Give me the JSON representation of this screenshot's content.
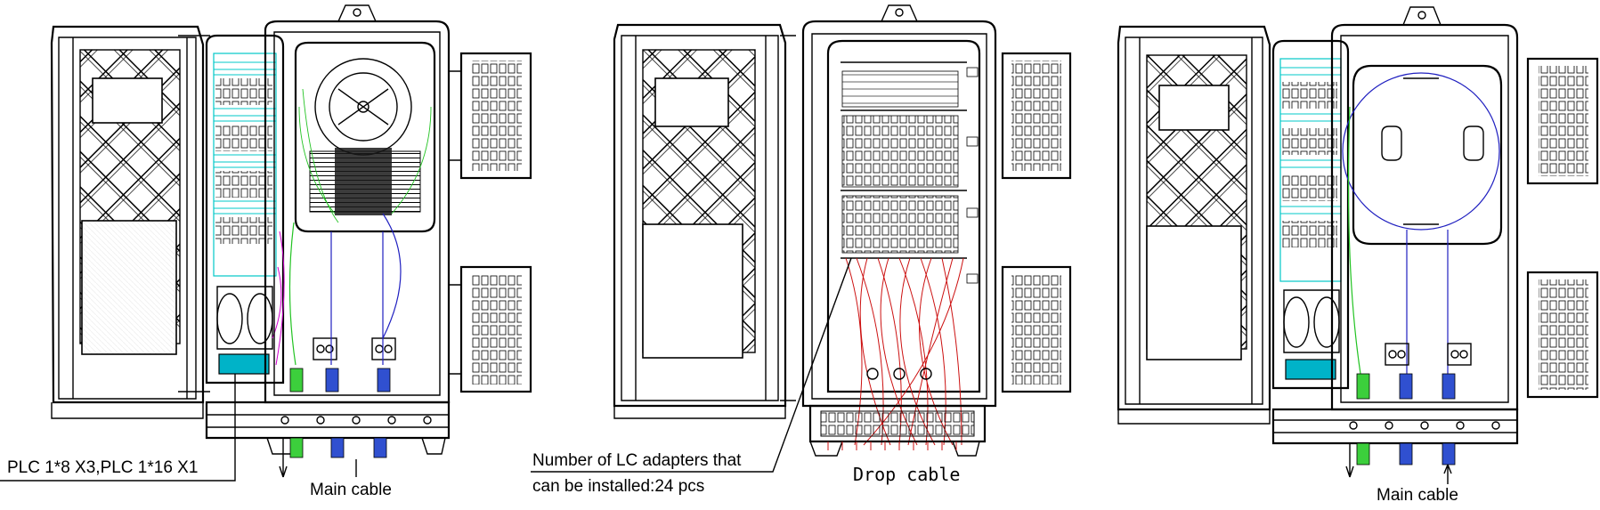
{
  "colors": {
    "outline": "#000000",
    "fiber_cyan": "#00c8c8",
    "fiber_green": "#22c322",
    "fiber_magenta": "#d000d0",
    "fiber_blue": "#2020c0",
    "drop_red": "#cc1010",
    "splitter_fill": "#00b3c8",
    "grommet_green": "#3ccf3c",
    "grommet_blue": "#3050d0"
  },
  "annotations": {
    "left_plc": "PLC 1*8 X3,PLC 1*16 X1",
    "left_main_cable": "Main cable",
    "middle_adapters_line1": "Number of LC adapters that",
    "middle_adapters_line2": "can be installed:24 pcs",
    "middle_drop_cable": "Drop cable",
    "right_main_cable": "Main cable"
  }
}
